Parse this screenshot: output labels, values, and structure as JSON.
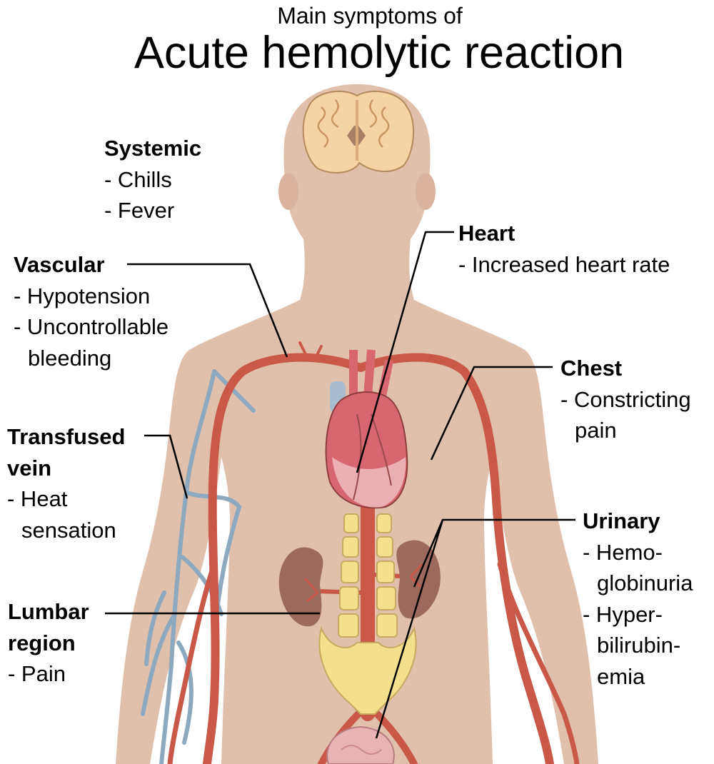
{
  "title": {
    "super": "Main symptoms of",
    "main": "Acute hemolytic reaction"
  },
  "colors": {
    "skin": "#e0bfab",
    "artery": "#c95849",
    "vein": "#8ca9bf",
    "brain": "#f5d4a4",
    "kidney": "#9b6a5c",
    "spine": "#f3df8e",
    "heart": "#d8666e",
    "leader_line": "#000000"
  },
  "groups": {
    "systemic": {
      "heading": "Systemic",
      "items": [
        "- Chills",
        "- Fever"
      ]
    },
    "vascular": {
      "heading": "Vascular",
      "items": [
        "- Hypotension",
        "- Uncontrollable",
        "bleeding"
      ]
    },
    "transfused_vein": {
      "heading": [
        "Transfused",
        "vein"
      ],
      "items": [
        "- Heat",
        "sensation"
      ]
    },
    "lumbar": {
      "heading": [
        "Lumbar",
        "region"
      ],
      "items": [
        "- Pain"
      ]
    },
    "heart": {
      "heading": "Heart",
      "items": [
        "- Increased heart rate"
      ]
    },
    "chest": {
      "heading": "Chest",
      "items": [
        "- Constricting",
        "pain"
      ]
    },
    "urinary": {
      "heading": "Urinary",
      "items": [
        "- Hemo-",
        "globinuria",
        "- Hyper-",
        "bilirubin-",
        "emia"
      ]
    }
  },
  "organs": [
    "brain-icon",
    "heart-icon",
    "kidney-icon",
    "spine-icon",
    "bladder-icon",
    "artery-icon",
    "vein-icon"
  ]
}
